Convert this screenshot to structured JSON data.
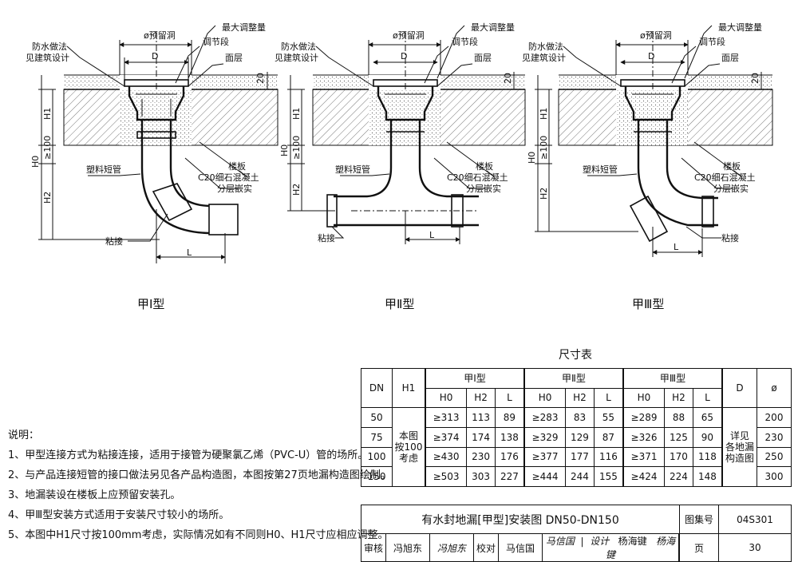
{
  "labels": {
    "max_adjust": "最大调整量",
    "hole": "ø预留洞",
    "adjust_section": "调节段",
    "waterproof_1": "防水做法",
    "waterproof_2": "见建筑设计",
    "surface": "面层",
    "d": "D",
    "twenty": "20",
    "h1": "H1",
    "ge100": "≥100",
    "h0": "H0",
    "h2": "H2",
    "l": "L",
    "floor_slab": "楼板",
    "c20_1": "C20细石混凝土",
    "c20_2": "分层嵌实",
    "plastic_pipe": "塑料短管",
    "glue_joint": "粘接"
  },
  "type_titles": [
    "甲Ⅰ型",
    "甲Ⅱ型",
    "甲Ⅲ型"
  ],
  "table": {
    "caption": "尺寸表",
    "col_dn": "DN",
    "col_h1": "H1",
    "group_titles": [
      "甲Ⅰ型",
      "甲Ⅱ型",
      "甲Ⅲ型"
    ],
    "sub_cols": [
      "H0",
      "H2",
      "L"
    ],
    "col_d": "D",
    "col_phi": "ø",
    "h1_note": [
      "本图",
      "按100",
      "考虑"
    ],
    "d_note": [
      "详见",
      "各地漏",
      "构造图"
    ],
    "rows": [
      {
        "dn": "50",
        "g1": [
          "≥313",
          "113",
          "89"
        ],
        "g2": [
          "≥283",
          "83",
          "55"
        ],
        "g3": [
          "≥289",
          "88",
          "65"
        ],
        "phi": "200"
      },
      {
        "dn": "75",
        "g1": [
          "≥374",
          "174",
          "138"
        ],
        "g2": [
          "≥329",
          "129",
          "87"
        ],
        "g3": [
          "≥326",
          "125",
          "90"
        ],
        "phi": "230"
      },
      {
        "dn": "100",
        "g1": [
          "≥430",
          "230",
          "176"
        ],
        "g2": [
          "≥377",
          "177",
          "116"
        ],
        "g3": [
          "≥371",
          "170",
          "118"
        ],
        "phi": "250"
      },
      {
        "dn": "150",
        "g1": [
          "≥503",
          "303",
          "227"
        ],
        "g2": [
          "≥444",
          "244",
          "155"
        ],
        "g3": [
          "≥424",
          "224",
          "148"
        ],
        "phi": "300"
      }
    ]
  },
  "notes": {
    "heading": "说明：",
    "items": [
      "1、甲型连接方式为粘接连接，适用于接管为硬聚氯乙烯（PVC-U）管的场所。",
      "2、与产品连接短管的接口做法另见各产品构造图，本图按第27页地漏构造图绘制。",
      "3、地漏装设在楼板上应预留安装孔。",
      "4、甲Ⅲ型安装方式适用于安装尺寸较小的场所。",
      "5、本图中H1尺寸按100mm考虑，实际情况如有不同则H0、H1尺寸应相应调整。"
    ]
  },
  "title_block": {
    "title": "有水封地漏[甲型]安装图 DN50-DN150",
    "atlas_label": "图集号",
    "atlas_no": "04S301",
    "review_label": "审核",
    "reviewer": "冯旭东",
    "reviewer_sig": "冯旭东",
    "check_label": "校对",
    "checker": "马信国",
    "checker_sig": "马信国",
    "design_label": "设计",
    "designer": "杨海键",
    "designer_sig": "杨海键",
    "page_label": "页",
    "page_no": "30"
  }
}
